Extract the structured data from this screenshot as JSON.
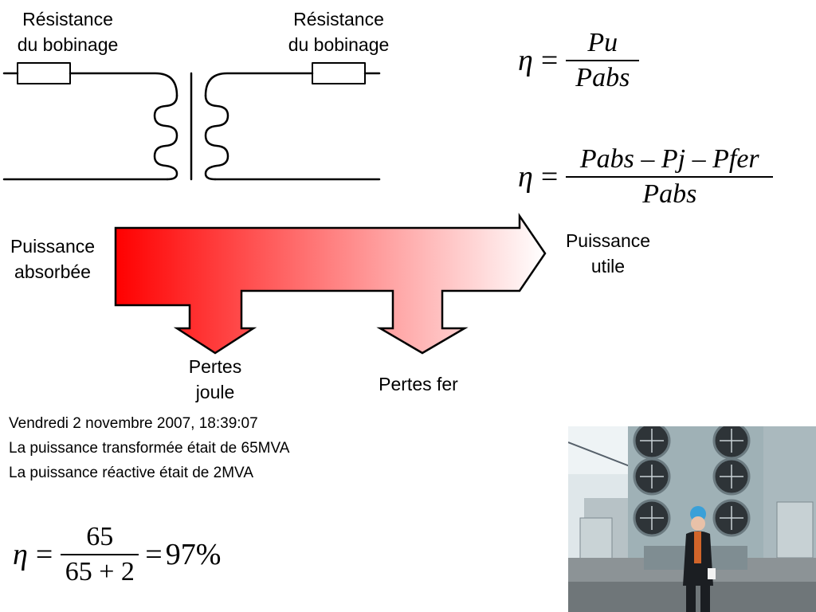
{
  "transformer": {
    "left_label_line1": "Résistance",
    "left_label_line2": "du bobinage",
    "right_label_line1": "Résistance",
    "right_label_line2": "du bobinage"
  },
  "formula1": {
    "eta": "η",
    "equals": "=",
    "numerator": "Pu",
    "denominator": "Pabs"
  },
  "formula2": {
    "eta": "η",
    "equals": "=",
    "numerator": "Pabs – Pj – Pfer",
    "denominator": "Pabs"
  },
  "flow": {
    "input_line1": "Puissance",
    "input_line2": "absorbée",
    "output_line1": "Puissance",
    "output_line2": "utile",
    "joule_line1": "Pertes",
    "joule_line2": "joule",
    "fer": "Pertes fer",
    "gradient_start": "#ff0000",
    "gradient_end": "#ffffff"
  },
  "notes": {
    "line1": "Vendredi 2 novembre 2007, 18:39:07",
    "line2": "La puissance transformée était de 65MVA",
    "line3": "La puissance réactive était de 2MVA"
  },
  "result": {
    "eta": "η",
    "equals": "=",
    "numerator": "65",
    "denominator": "65 + 2",
    "equals2": "=",
    "value": "97%"
  },
  "photo": {
    "subject": "transformer-with-cooling-fans-and-person"
  }
}
